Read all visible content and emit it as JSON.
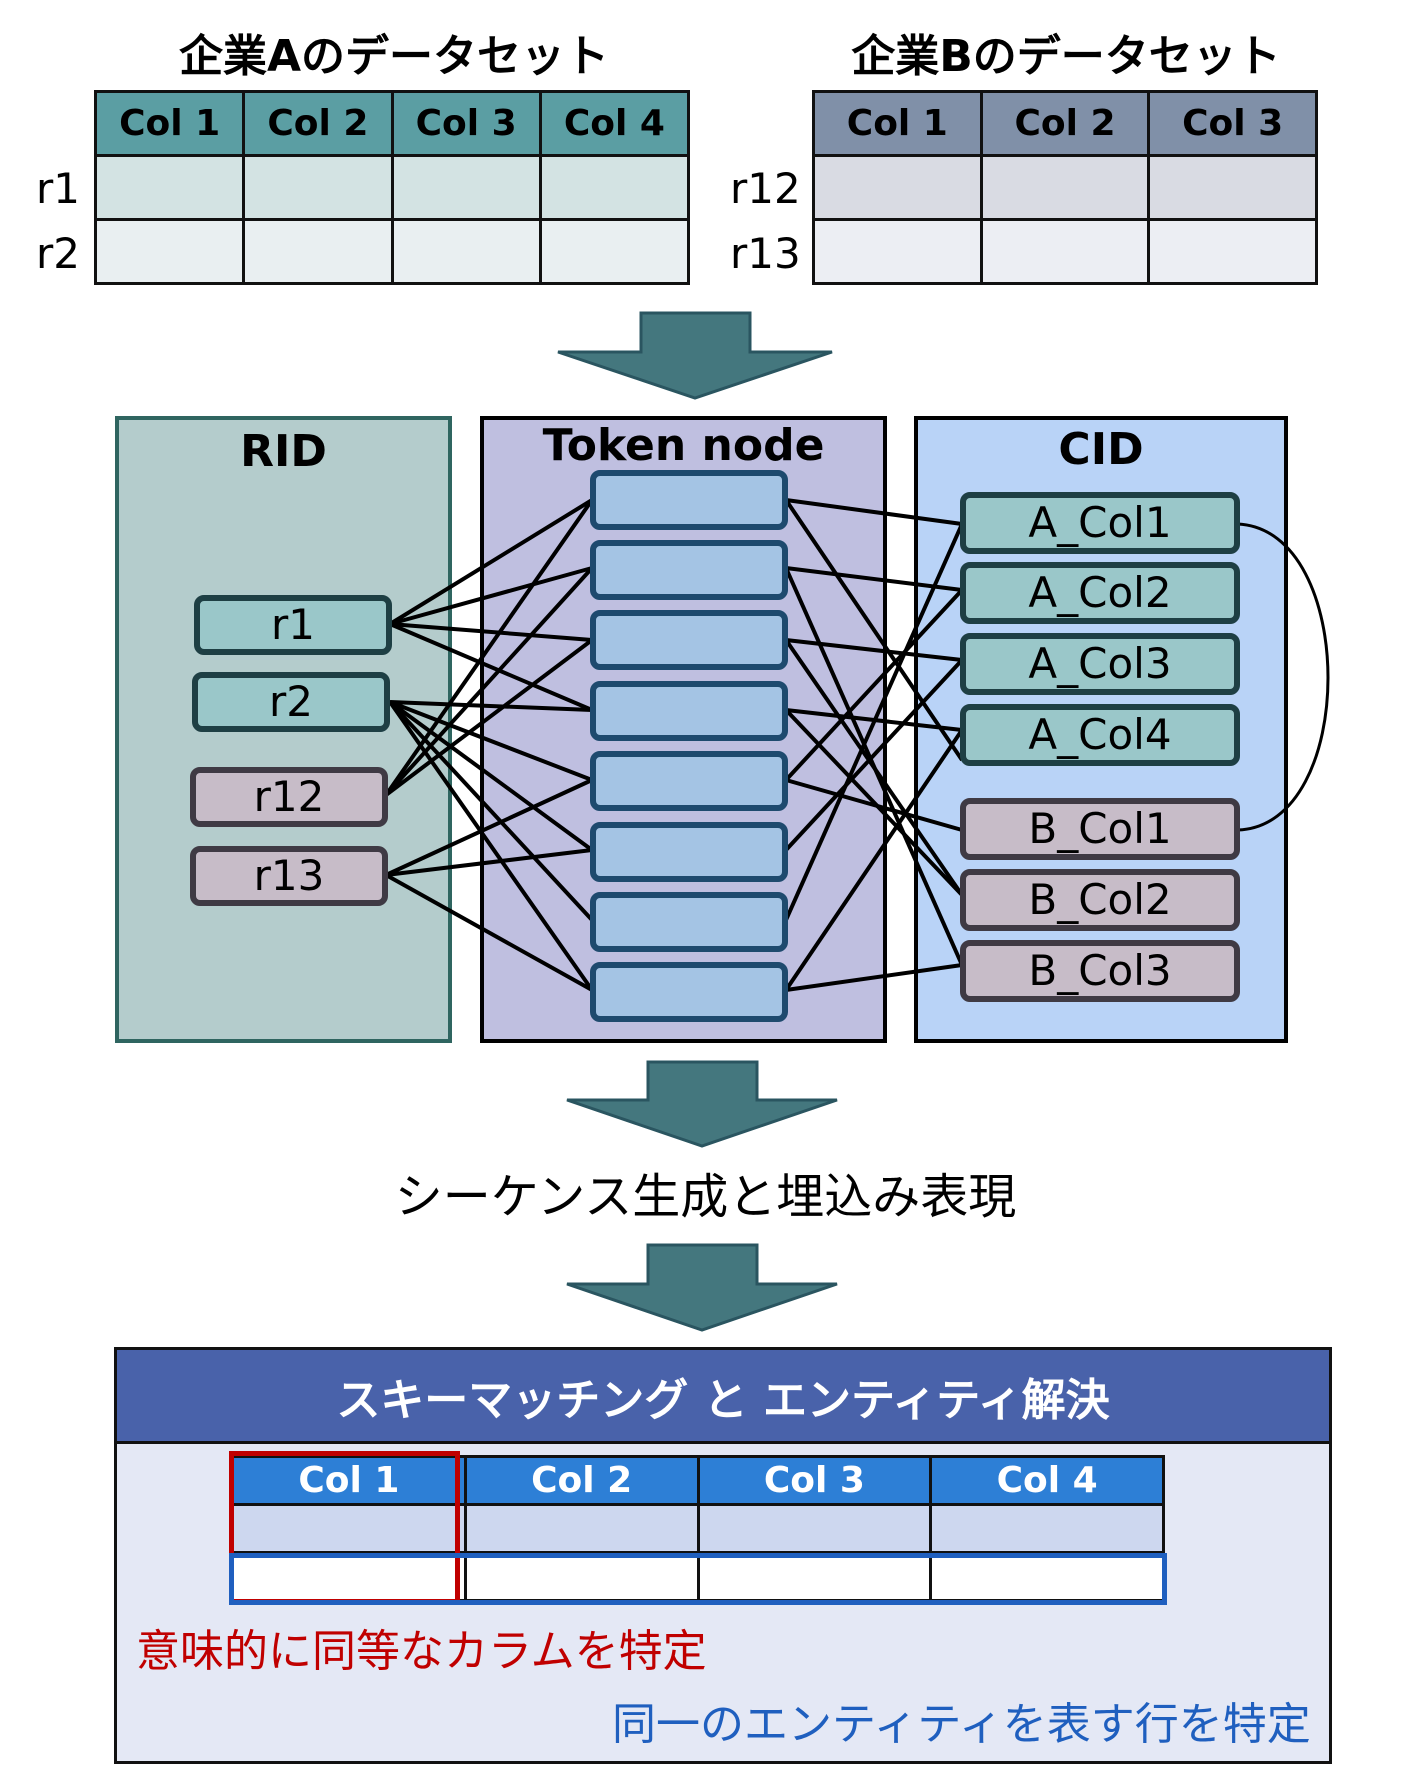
{
  "datasetA": {
    "title": "企業Aのデータセット",
    "columns": [
      "Col 1",
      "Col 2",
      "Col 3",
      "Col 4"
    ],
    "rows": [
      "r1",
      "r2"
    ]
  },
  "datasetB": {
    "title": "企業Bのデータセット",
    "columns": [
      "Col 1",
      "Col 2",
      "Col 3"
    ],
    "rows": [
      "r12",
      "r13"
    ]
  },
  "graph": {
    "rid_title": "RID",
    "token_title": "Token node",
    "cid_title": "CID",
    "rid_nodes": [
      "r1",
      "r2",
      "r12",
      "r13"
    ],
    "cid_nodes": [
      "A_Col1",
      "A_Col2",
      "A_Col3",
      "A_Col4",
      "B_Col1",
      "B_Col2",
      "B_Col3"
    ]
  },
  "step_label": "シーケンス生成と埋込み表現",
  "result": {
    "title": "スキーマッチング と エンティティ解決",
    "columns": [
      "Col 1",
      "Col 2",
      "Col 3",
      "Col 4"
    ],
    "note_column": "意味的に同等なカラムを特定",
    "note_row": "同一のエンティティを表す行を特定"
  },
  "colors": {
    "a_header": "#5b9ea3",
    "b_header": "#8090a8",
    "arrow": "#44777e",
    "rid_panel": "#b4cccc",
    "token_panel": "#bfbfe0",
    "cid_panel": "#b9d3f7",
    "result_header": "#2d7fd6",
    "column_highlight": "#c00000",
    "row_highlight": "#1f5fbf"
  }
}
